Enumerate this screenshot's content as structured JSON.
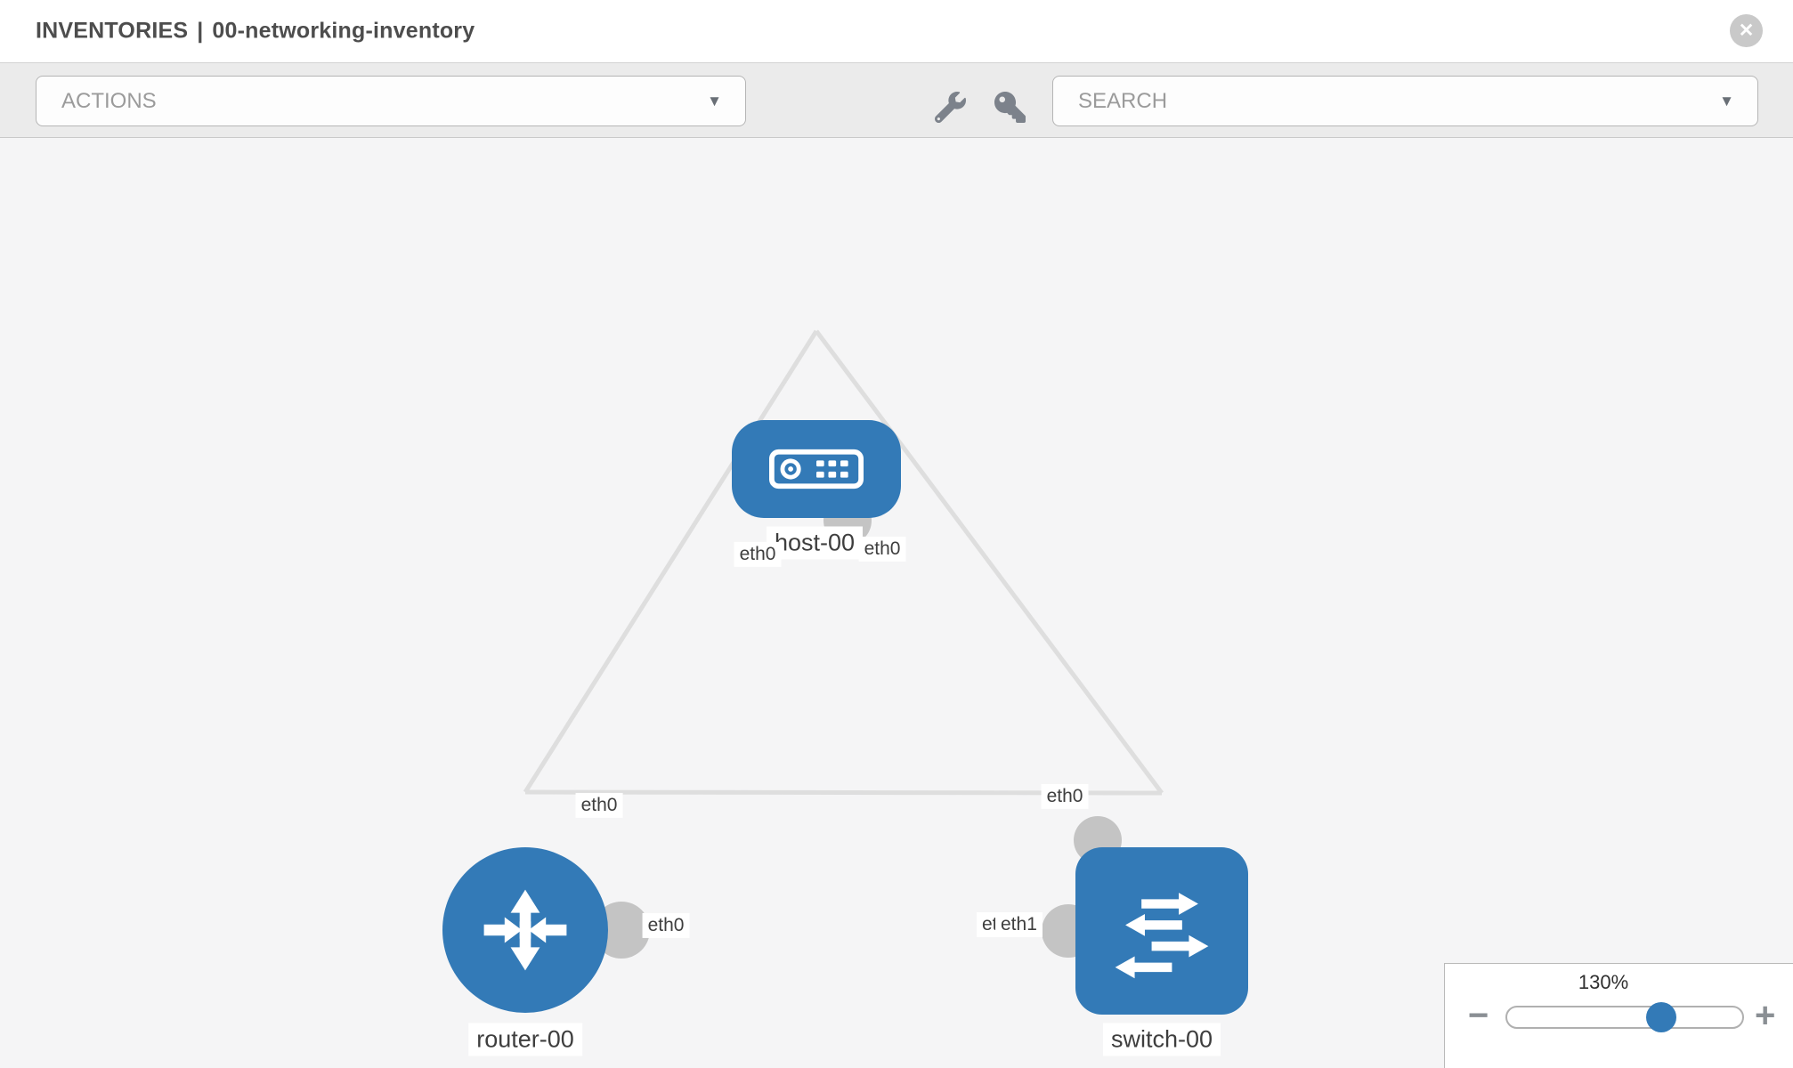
{
  "header": {
    "title_left": "INVENTORIES",
    "separator": "|",
    "title_right": "00-networking-inventory"
  },
  "toolbar": {
    "actions_label": "ACTIONS",
    "search_placeholder": "SEARCH",
    "wrench_icon": "wrench-icon",
    "key_icon": "key-icon"
  },
  "icons": {
    "caret_down": "▼",
    "close": "✕",
    "minus": "−",
    "plus": "+"
  },
  "topology": {
    "nodes": [
      {
        "id": "host-00",
        "type": "host",
        "label": "host-00"
      },
      {
        "id": "router-00",
        "type": "router",
        "label": "router-00"
      },
      {
        "id": "switch-00",
        "type": "switch",
        "label": "switch-00"
      }
    ],
    "links": [
      {
        "from": "host-00",
        "from_label": "eth0",
        "to": "router-00",
        "to_label": "eth0"
      },
      {
        "from": "host-00",
        "from_label": "eth0",
        "to": "switch-00",
        "to_label": "eth0"
      },
      {
        "from": "router-00",
        "from_label": "eth0",
        "to": "switch-00",
        "to_label": "eth1",
        "to_label_overlapped": "eth0"
      }
    ]
  },
  "zoom_control": {
    "value": "130%"
  },
  "colors": {
    "node_blue": "#337ab7",
    "edge_gray": "#dedede",
    "connector_gray": "#c4c4c4",
    "canvas_bg": "#f5f5f6",
    "toolbar_bg": "#ebebeb"
  }
}
